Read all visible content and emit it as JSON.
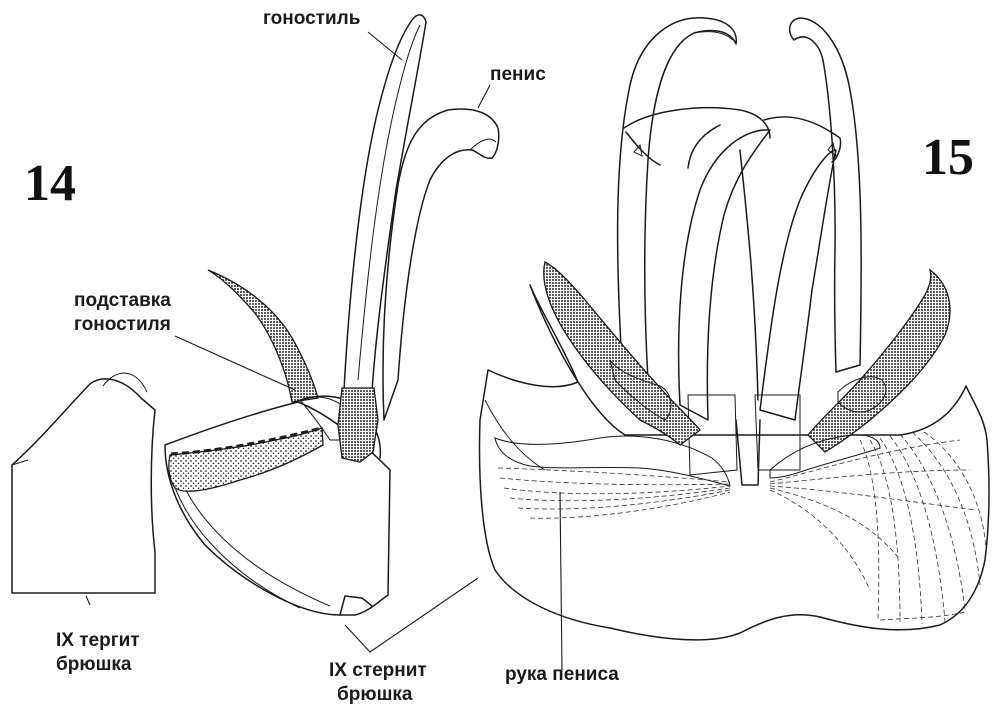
{
  "figures": {
    "fig14": "14",
    "fig15": "15"
  },
  "labels": {
    "gonostyle": "гоностиль",
    "penis": "пенис",
    "gonostyle_base_line1": "подставка",
    "gonostyle_base_line2": "гоностиля",
    "tergite_line1": "IX тергит",
    "tergite_line2": "брюшка",
    "sternite_line1": "IX стернит",
    "sternite_line2": "брюшка",
    "penis_arm": "рука пениса"
  },
  "colors": {
    "ink": "#1a1a1a",
    "background": "#ffffff"
  }
}
